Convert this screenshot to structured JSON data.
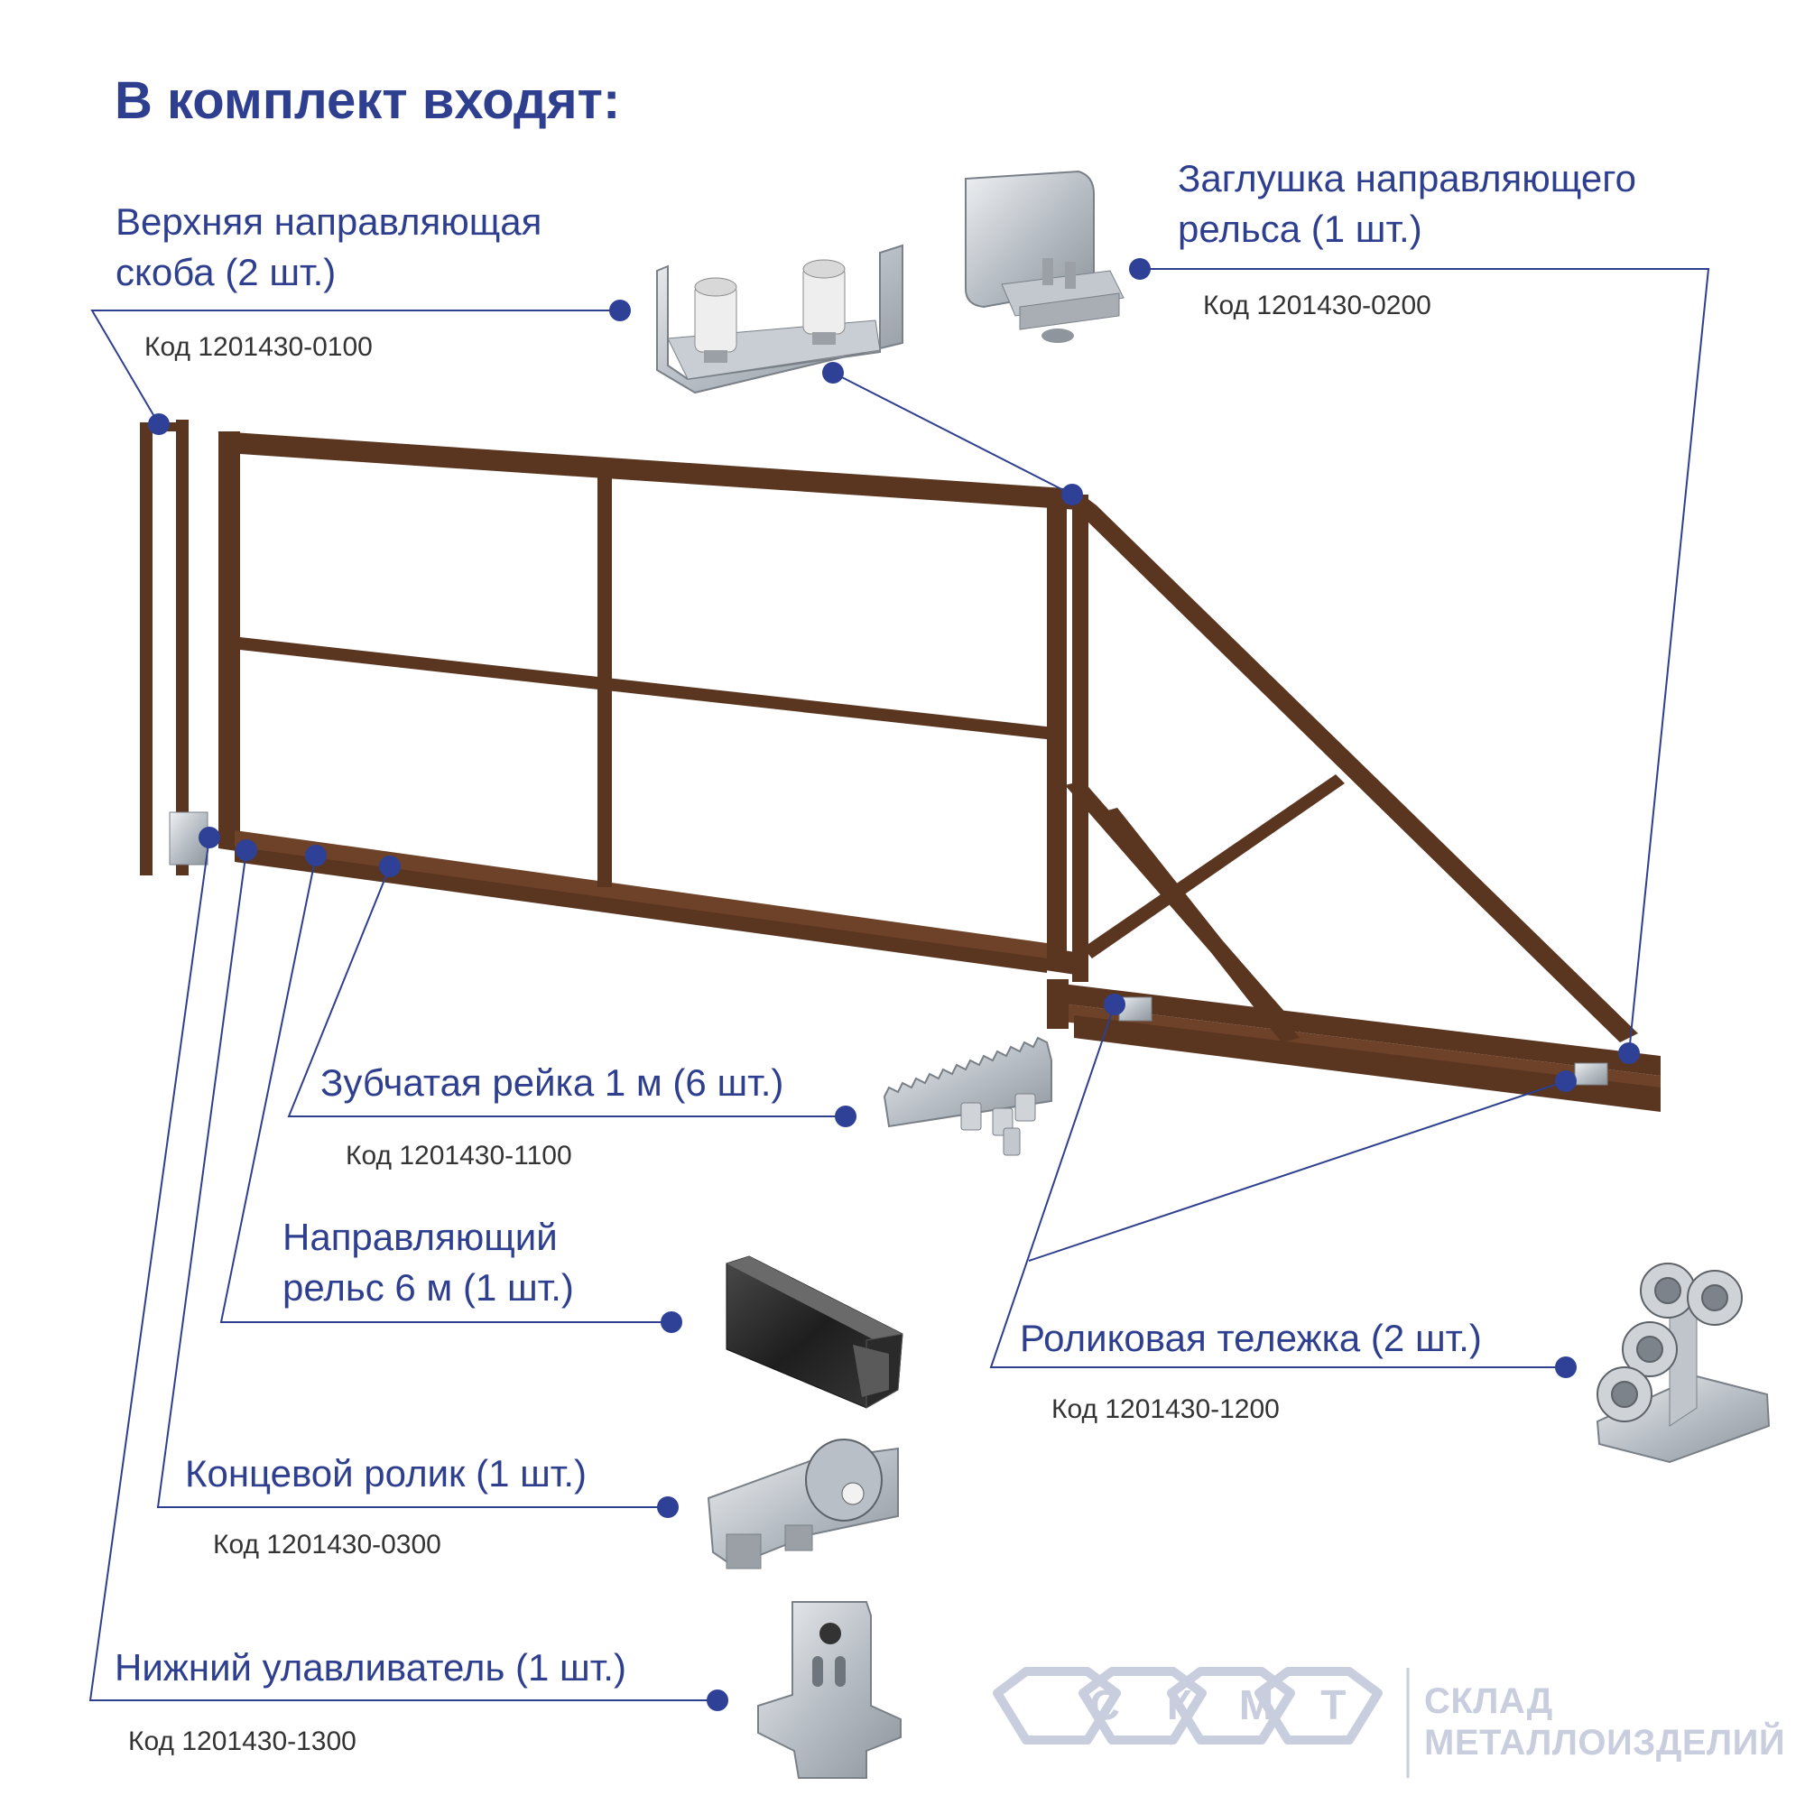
{
  "heading": "В комплект входят:",
  "components": [
    {
      "id": "upper-bracket",
      "name_line1": "Верхняя направляющая",
      "name_line2": "скоба (2 шт.)",
      "code": "Код 1201430-0100"
    },
    {
      "id": "rail-cap",
      "name_line1": "Заглушка направляющего",
      "name_line2": "рельса (1 шт.)",
      "code": "Код 1201430-0200"
    },
    {
      "id": "gear-rack",
      "name_line1": "Зубчатая рейка 1 м (6 шт.)",
      "code": "Код 1201430-1100"
    },
    {
      "id": "guide-rail",
      "name_line1": "Направляющий",
      "name_line2": "рельс 6 м (1 шт.)"
    },
    {
      "id": "roller-carriage",
      "name_line1": "Роликовая тележка (2 шт.)",
      "code": "Код 1201430-1200"
    },
    {
      "id": "end-roller",
      "name_line1": "Концевой ролик (1 шт.)",
      "code": "Код 1201430-0300"
    },
    {
      "id": "lower-catcher",
      "name_line1": "Нижний улавливатель (1 шт.)",
      "code": "Код 1201430-1300"
    }
  ],
  "logo": {
    "mark": "СКМТ",
    "line1": "СКЛАД",
    "line2": "МЕТАЛЛОИЗДЕЛИЙ"
  },
  "colors": {
    "accent": "#2e3f8f",
    "dot": "#2e4196",
    "frame": "#5a3520",
    "metal": "#c7ccd1",
    "logo": "#c9cede"
  }
}
